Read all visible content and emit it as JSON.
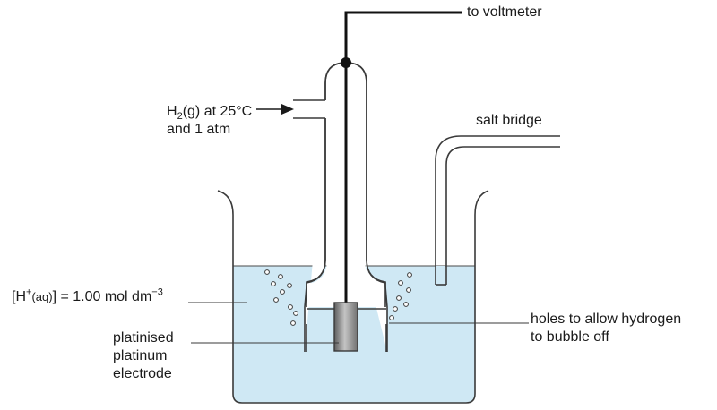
{
  "labels": {
    "voltmeter": "to voltmeter",
    "h2_gas": "H",
    "h2_sub": "2",
    "h2_state": "(g) at 25",
    "h2_unit": "°C",
    "h2_line2": "and 1 atm",
    "salt_bridge": "salt bridge",
    "conc_open": "[H",
    "conc_sup": "+",
    "conc_state": "(aq)",
    "conc_rest": "] = 1.00 mol dm",
    "conc_exp": "−3",
    "electrode_line1": "platinised",
    "electrode_line2": "platinum",
    "electrode_line3": "electrode",
    "holes_line1": "holes to allow hydrogen",
    "holes_line2": "to bubble off"
  },
  "colors": {
    "solution": "#cfe8f4",
    "outline": "#3a3a3a",
    "electrode_light": "#b8b8b8",
    "electrode_dark": "#6e6e6e"
  }
}
